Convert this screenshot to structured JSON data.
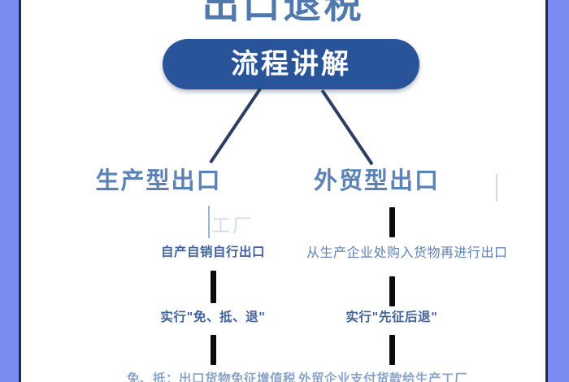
{
  "page": {
    "headline": "出口退税",
    "center_label": "流程讲解",
    "accent_pill_color": "#2a549a",
    "heading_color": "#5b82b4",
    "band_color": "#7b8cf0",
    "connector_color": "#0b0b0b"
  },
  "branches": [
    {
      "id": "production",
      "title": "生产型出口",
      "ghost_overlay": "工厂",
      "steps": [
        "自产自销自行出口",
        "实行\"免、抵、退\"",
        "免、抵：出口货物免征增值税"
      ]
    },
    {
      "id": "trade",
      "title": "外贸型出口",
      "steps": [
        "从生产企业处购入货物再进行出口",
        "实行\"先征后退\"",
        "外贸企业支付货款给生产工厂"
      ]
    }
  ]
}
